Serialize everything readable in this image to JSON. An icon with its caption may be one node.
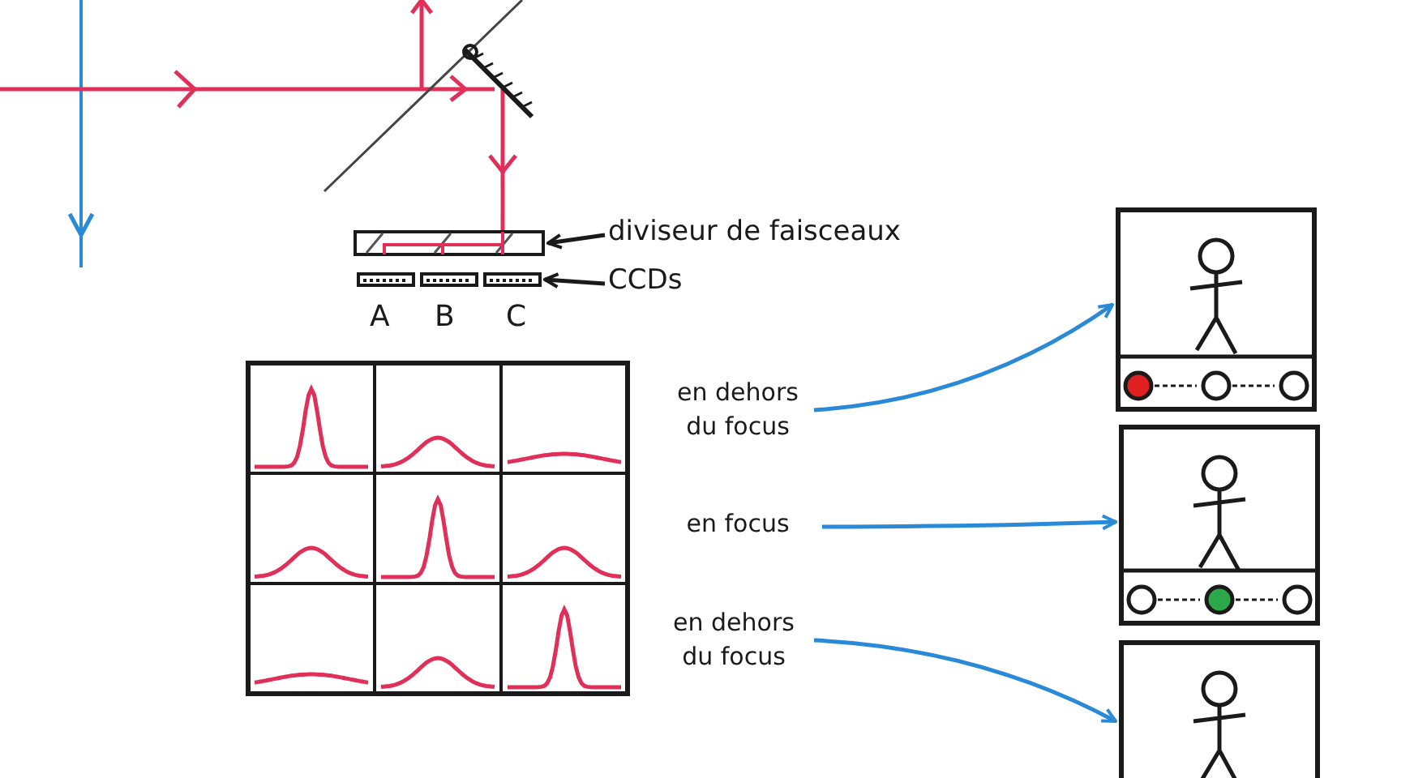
{
  "diagram": {
    "nodes": [
      {
        "text": [
          "diviseur de faisceaux"
        ]
      },
      {
        "text": [],
        "shape": "box"
      },
      {
        "text": [
          "CCDs"
        ]
      },
      {
        "text": [],
        "shape": "bar"
      },
      {
        "text": [
          "en dehors du focus"
        ]
      },
      {
        "text": [
          "en focus"
        ]
      },
      {
        "text": [
          "en dehors du focus"
        ]
      },
      {
        "text": [],
        "shape": "picture"
      },
      {
        "text": [],
        "shape": "picture"
      },
      {
        "text": [],
        "shape": "picture"
      }
    ],
    "edges": [
      {
        "from": 0,
        "to": 1,
        "arrow": "to",
        "color": "#1a1a1a"
      },
      {
        "from": 2,
        "to": 3,
        "arrow": "to",
        "color": "#1a1a1a"
      },
      {
        "from": 4,
        "to": 7,
        "arrow": "to"
      },
      {
        "from": 5,
        "to": 8,
        "arrow": "to"
      },
      {
        "from": 6,
        "to": 9,
        "arrow": "to"
      }
    ],
    "labels": [
      "A",
      "B",
      "C"
    ]
  }
}
